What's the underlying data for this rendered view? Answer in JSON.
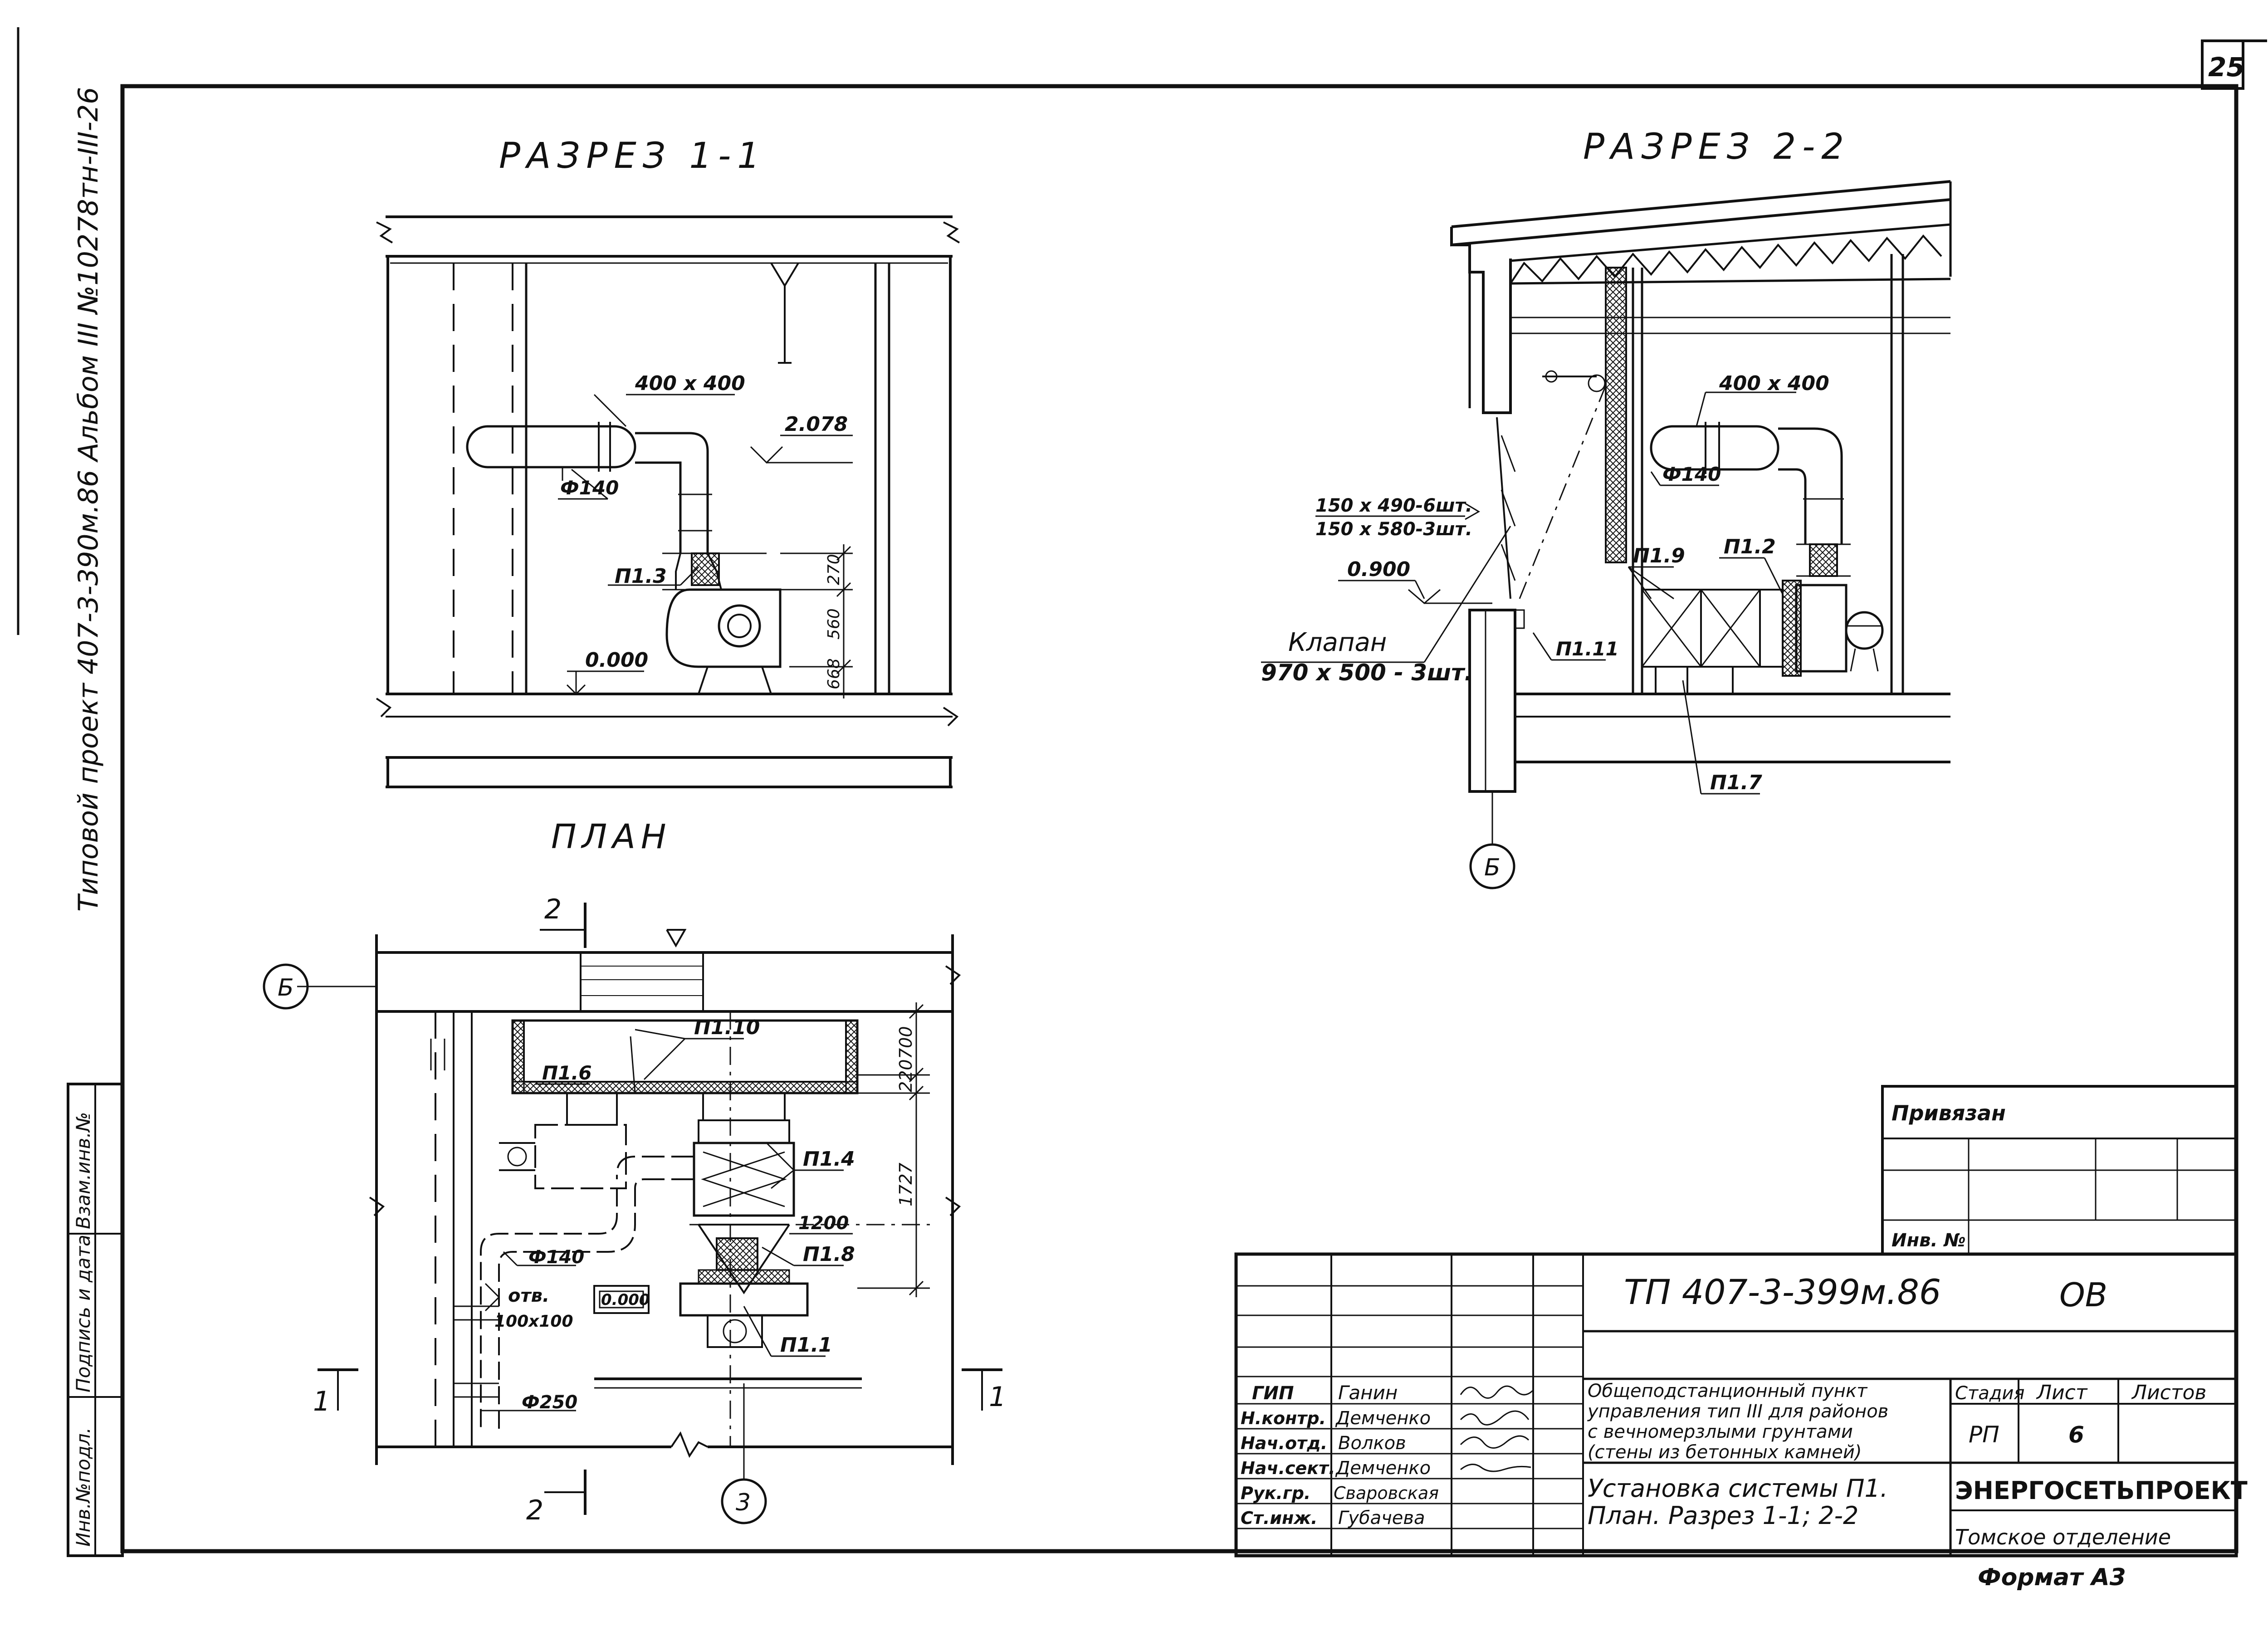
{
  "sheet_number": "25",
  "side_stamp": {
    "line1": "Типовой   проект 407-3-390м.86  Альбом III  №10278тн-III-26"
  },
  "left_table_labels": [
    "Инв.№подл.",
    "Подпись и дата",
    "Взам.инв.№"
  ],
  "sections": {
    "section1": {
      "title": "РАЗРЕЗ 1-1",
      "labels": {
        "duct": "400 х 400",
        "level_top": "2.078",
        "diam": "Ф140",
        "unit": "П1.3",
        "level_floor": "0.000",
        "dim1": "270",
        "dim2": "560",
        "dim3": "668"
      }
    },
    "section2": {
      "title": "РАЗРЕЗ 2-2",
      "labels": {
        "duct": "400 х 400",
        "diam": "Ф140",
        "grille1": "150 х 490-6шт.",
        "grille2": "150 х 580-3шт.",
        "level": "0.900",
        "valve_title": "Клапан",
        "valve_spec": "970 х 500 - 3шт.",
        "unit9": "П1.9",
        "unit2": "П1.2",
        "unit11": "П1.11",
        "unit7": "П1.7",
        "axis": "Б"
      }
    },
    "plan": {
      "title": "ПЛАН",
      "labels": {
        "axis_b": "Б",
        "axis_3": "3",
        "cut2": "2",
        "cut1": "1",
        "unit6": "П1.6",
        "unit10": "П1.10",
        "unit4": "П1.4",
        "unit8": "П1.8",
        "unit1": "П1.1",
        "diam140": "Ф140",
        "diam250": "Ф250",
        "opening": "отв.",
        "opening_size": "100х100",
        "level": "0.000",
        "dim220": "220",
        "dim700": "700",
        "dim1727": "1727",
        "dim1200": "1200"
      }
    }
  },
  "binding_block": {
    "title": "Привязан",
    "inv": "Инв. №"
  },
  "title_block": {
    "code": "ТП 407-3-399м.86",
    "mark": "ОВ",
    "roles": [
      "ГИП",
      "Н.контр.",
      "Нач.отд.",
      "Нач.сект.",
      "Рук.гр.",
      "Ст.инж."
    ],
    "names": [
      "Ганин",
      "Демченко",
      "Волков",
      "Демченко",
      "Сваровская",
      "Губачева"
    ],
    "object_desc": [
      "Общеподстанционный пункт",
      "управления тип III для районов",
      "с вечномерзлыми грунтами",
      "(стены из бетонных камней)"
    ],
    "drawing_title": [
      "Установка системы П1.",
      "План. Разрез 1-1; 2-2"
    ],
    "stage_label": "Стадия",
    "sheet_label": "Лист",
    "sheets_label": "Листов",
    "stage": "РП",
    "sheet": "6",
    "org": "ЭНЕРГОСЕТЬПРОЕКТ",
    "branch": "Томское   отделение",
    "format": "Формат А3"
  }
}
